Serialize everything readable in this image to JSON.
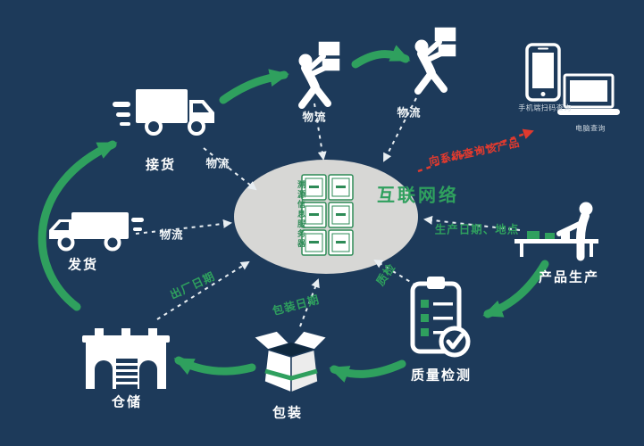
{
  "palette": {
    "background": "#1d3a5a",
    "accent_green": "#2fa05e",
    "server_green": "#2e8b57",
    "alert_red": "#e03a2f",
    "ellipse_gray": "#d7d7d5",
    "white": "#ffffff"
  },
  "center": {
    "server_label": "溯源信息服务器",
    "network_label": "互联网络"
  },
  "nodes": {
    "receive": "接货",
    "ship": "发货",
    "warehouse": "仓储",
    "packaging": "包装",
    "quality": "质量检测",
    "production": "产品生产"
  },
  "edge_labels": {
    "logistics_receive": "物流",
    "logistics_carrier1": "物流",
    "logistics_carrier2": "物流",
    "logistics_ship": "物流",
    "factory_date": "出厂日期",
    "packaging_date": "包装日期",
    "quality_check": "质检",
    "production_info": "生产日期、地点",
    "system_query": "向系统查询该产品"
  },
  "devices": {
    "phone_caption": "手机端扫码查询",
    "laptop_caption": "电脑查询"
  }
}
